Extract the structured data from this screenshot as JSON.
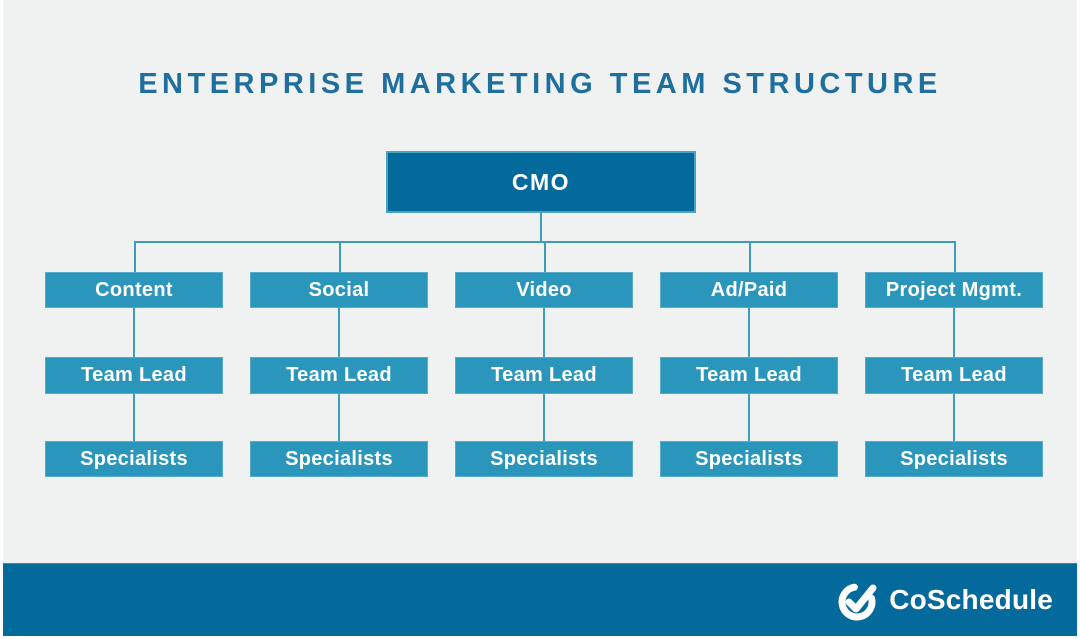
{
  "title": "ENTERPRISE MARKETING TEAM STRUCTURE",
  "root": {
    "label": "CMO"
  },
  "branches": [
    {
      "dept": "Content",
      "team_lead": "Team Lead",
      "specialists": "Specialists"
    },
    {
      "dept": "Social",
      "team_lead": "Team Lead",
      "specialists": "Specialists"
    },
    {
      "dept": "Video",
      "team_lead": "Team Lead",
      "specialists": "Specialists"
    },
    {
      "dept": "Ad/Paid",
      "team_lead": "Team Lead",
      "specialists": "Specialists"
    },
    {
      "dept": "Project Mgmt.",
      "team_lead": "Team Lead",
      "specialists": "Specialists"
    }
  ],
  "footer": {
    "brand": "CoSchedule",
    "logo_icon": "check-circle-icon"
  },
  "colors": {
    "background": "#f0f2f1",
    "dark_blue": "#04699b",
    "light_blue": "#2b96bc",
    "title_blue": "#1e6f9d",
    "connector": "#3f9cbd",
    "text_on_blue": "#ffffff"
  }
}
